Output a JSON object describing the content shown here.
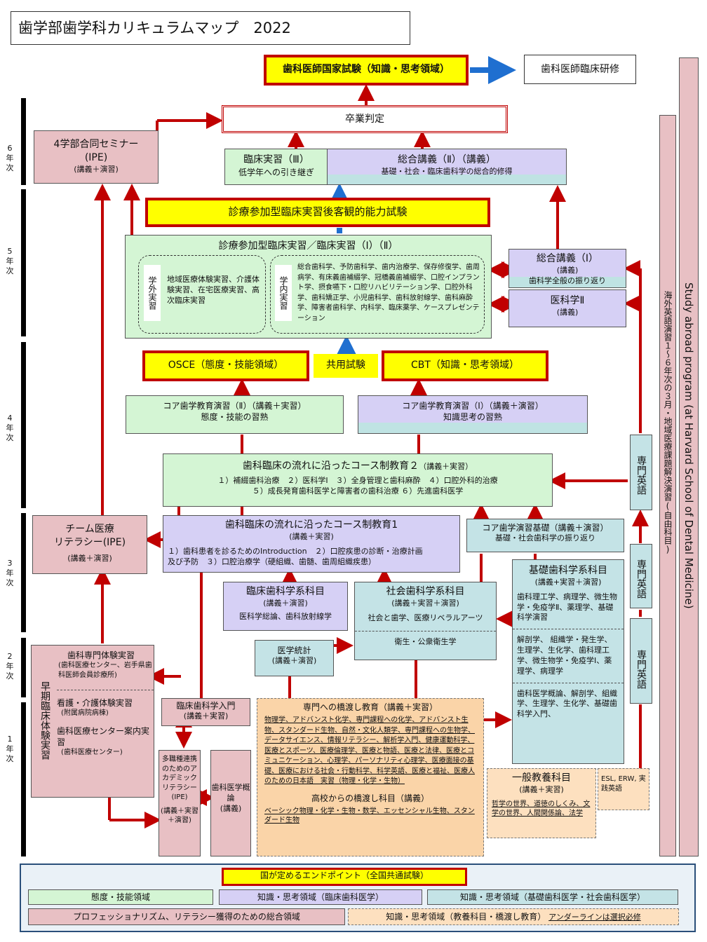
{
  "title": "歯学部歯学科カリキュラムマップ　2022",
  "years": {
    "y6": "6年次",
    "y5": "5年次",
    "y4": "4年次",
    "y3": "3年次",
    "y2": "2年次",
    "y1": "1年次"
  },
  "national_exam": "歯科医師国家試験（知識・思考領域）",
  "clinical_training": "歯科医師臨床研修",
  "graduation": "卒業判定",
  "seminar": {
    "title": "4学部合同セミナー",
    "sub": "(IPE)",
    "type": "(講義＋演習)"
  },
  "clinical3": {
    "title": "臨床実習（Ⅲ）",
    "sub": "低学年への引き継ぎ"
  },
  "general2": {
    "title": "総合講義（Ⅱ）（講義）",
    "sub": "基礎・社会・臨床歯科学の総合的修得"
  },
  "post_exam": "診療参加型臨床実習後客観的能力試験",
  "clinical_main": {
    "title": "診療参加型臨床実習／臨床実習（Ⅰ）（Ⅱ）",
    "outside_label": "学外実習",
    "outside_text": "地域医療体験実習、介護体験実習、在宅医療実習、高次臨床実習",
    "inside_label": "学内実習",
    "inside_text": "総合歯科学、予防歯科学、歯内治療学、保存修復学、歯周病学、有床義歯補綴学、冠橋義歯補綴学、口腔インプラント学、摂食嚥下・口腔リハビリテーション学、口腔外科学、歯科矯正学、小児歯科学、歯科放射線学、歯科麻酔学、障害者歯科学、内科学、臨床薬学、ケースプレゼンテーション"
  },
  "general1": {
    "title": "総合講義（Ⅰ）",
    "type": "(講義)",
    "sub": "歯科学全般の振り返り"
  },
  "medical2": {
    "title": "医科学Ⅱ",
    "type": "(講義)"
  },
  "osce": "OSCE（態度・技能領域）",
  "common_exam": "共用試験",
  "cbt": "CBT（知識・思考領域）",
  "core2": {
    "title": "コア歯学教育演習（Ⅱ）（講義＋実習）",
    "sub": "態度・技能の習熟"
  },
  "core1": {
    "title": "コア歯学教育演習（Ⅰ）（講義＋演習）",
    "sub": "知識思考の習熟"
  },
  "course2": {
    "title": "歯科臨床の流れに沿ったコース制教育２",
    "type": "（講義＋実習）",
    "line1": "１）補綴歯科治療　２）医科学Ⅰ　３）全身管理と歯科麻酔　４）口腔外科的治療",
    "line2": "５）成長発育歯科医学と障害者の歯科治療 ６）先進歯科医学"
  },
  "english": {
    "a": "専門英語",
    "b": "専門英語",
    "c": "専門英語"
  },
  "team": {
    "title": "チーム医療",
    "title2": "リテラシー(IPE)",
    "type": "(講義＋演習)"
  },
  "course1": {
    "title": "歯科臨床の流れに沿ったコース制教育1",
    "type": "(講義＋実習)",
    "line1": "１）歯科患者を診るためのIntroduction　２）口腔疾患の診断・治療計画",
    "line2": "及び予防　３）口腔治療学（硬組織、歯髄、歯周組織疾患）"
  },
  "core_basic": {
    "title": "コア歯学演習基礎（講義＋演習）",
    "sub": "基礎・社会歯科学の振り返り"
  },
  "clinical_subj": {
    "title": "臨床歯科学系科目",
    "type": "(講義＋演習)",
    "sub": "医科学総論、歯科放射線学"
  },
  "social": {
    "title": "社会歯科学系科目",
    "type": "(講義＋実習＋演習)",
    "sub": "社会と歯学、医療リベラルアーツ",
    "sub2": "衛生・公衆衛生学"
  },
  "basic_subj": {
    "title": "基礎歯科学系科目",
    "type": "(講義+実習＋演習)",
    "p1": "歯科理工学、病理学、微生物学・免疫学Ⅱ、薬理学、基礎科学演習",
    "p2": "解剖学、 組織学・発生学、生理学、生化学、歯科理工学、微生物学・免疫学Ⅰ、薬理学、病理学",
    "p3": "歯科医学概論、解剖学、組織学、生理学、生化学、基礎歯科学入門、"
  },
  "statistics": {
    "title": "医学統計",
    "type": "(講義＋演習)"
  },
  "early": {
    "title": "歯科専門体験実習",
    "sub1": "(歯科医療センター、岩手県歯科医師会員診療所)",
    "vertical": "早期臨床体験実習",
    "title2": "看護・介護体験実習",
    "sub2": "(附属病院病棟)",
    "title3": "歯科医療センター案内実習",
    "sub3": "(歯科医療センター)"
  },
  "intro": {
    "title": "臨床歯科学入門",
    "type": "(講義＋実習)"
  },
  "literacy": {
    "text": "多職種連携のためのアカデミックリテラシー(IPE)",
    "type": "(講義＋実習＋演習)"
  },
  "medicine_intro": {
    "title": "歯科医学概論",
    "type": "(講義)"
  },
  "bridge": {
    "title": "専門への橋渡し教育（講義＋実習）",
    "text": "物理学、アドバンスト化学、専門課程への化学、アドバンスト生物、スタンダード生物、自然・文化人類学、専門課程への生物学、データサイエンス、情報リテラシー、解析学入門、健康運動科学、医療とスポーツ、医療倫理学、医療と物語、医療と法律、医療とコミュニケーション、心理学、パーソナリティ心理学、医療面接の基礎、医療における社会・行動科学、科学英語、医療と福祉、医療人のための日本語　実習（物理・化学・生物）",
    "title2": "高校からの橋渡し科目（講義）",
    "text2": "ベーシック物理・化学・生物・数学、エッセンシャル生物、スタンダード生物"
  },
  "general_ed": {
    "title": "一般教養科目",
    "type": "(講義＋実習)",
    "text": "哲学の世界、道徳のしくみ、文学の世界、人間関係論、法学"
  },
  "esl": "ESL, ERW, 実践英語",
  "overseas": "海外英語演習１～６年次の３月・地域医療課題解決演習(自由科目)",
  "abroad": "Study abroad program (at Harvard School of Dental Medicine)",
  "legend": {
    "endpoint": "国が定めるエンドポイント（全国共通試験）",
    "attitude": "態度・技能領域",
    "clinical": "知識・思考領域（臨床歯科医学）",
    "basic": "知識・思考領域（基礎歯科医学・社会歯科医学）",
    "prof": "プロフェッショナリズム、リテラシー獲得のための総合領域",
    "liberal": "知識・思考領域（教養科目・橋渡し教育）",
    "note": "アンダーラインは選択必修"
  },
  "colors": {
    "red": "#c00000",
    "blue": "#1f6fd0",
    "yellow": "#ffff00"
  }
}
